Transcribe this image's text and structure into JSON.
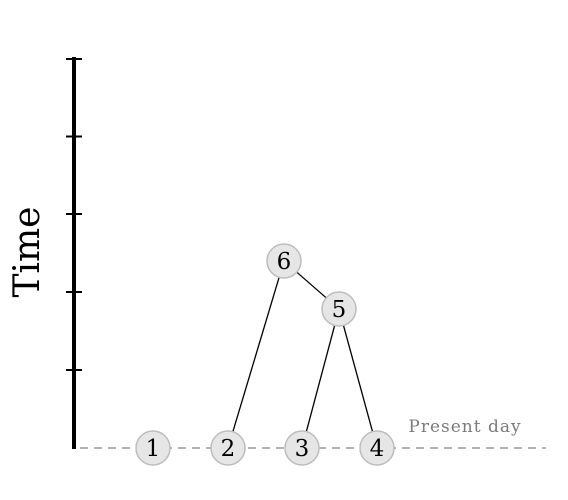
{
  "axis": {
    "label": "Time"
  },
  "baseline": {
    "label": "Present day"
  },
  "nodes": [
    {
      "id": "1",
      "label": "1"
    },
    {
      "id": "2",
      "label": "2"
    },
    {
      "id": "3",
      "label": "3"
    },
    {
      "id": "4",
      "label": "4"
    },
    {
      "id": "5",
      "label": "5"
    },
    {
      "id": "6",
      "label": "6"
    }
  ],
  "edges": [
    {
      "from": "6",
      "to": "2"
    },
    {
      "from": "6",
      "to": "5"
    },
    {
      "from": "5",
      "to": "3"
    },
    {
      "from": "5",
      "to": "4"
    }
  ],
  "colors": {
    "node_fill": "#e6e6e6",
    "node_stroke": "#bdbdbd",
    "baseline": "#9a9a9a",
    "present_label": "#7a7a7a"
  }
}
